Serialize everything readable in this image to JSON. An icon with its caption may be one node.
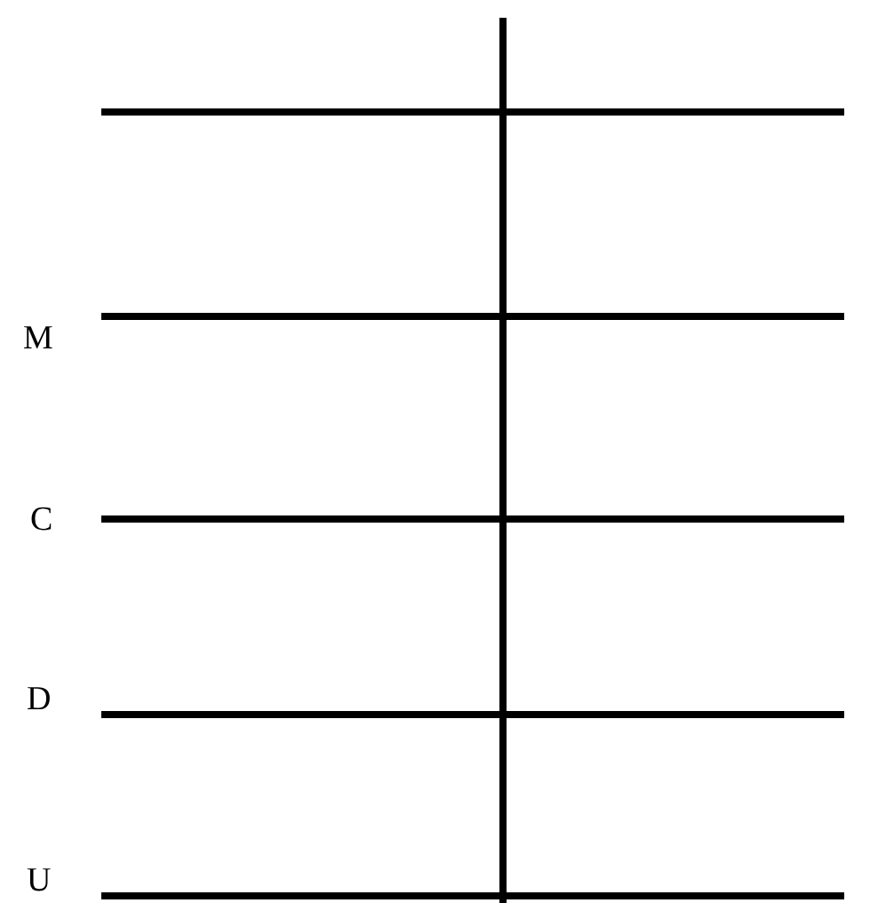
{
  "diagram": {
    "labels": [
      "M",
      "C",
      "D",
      "U"
    ]
  }
}
